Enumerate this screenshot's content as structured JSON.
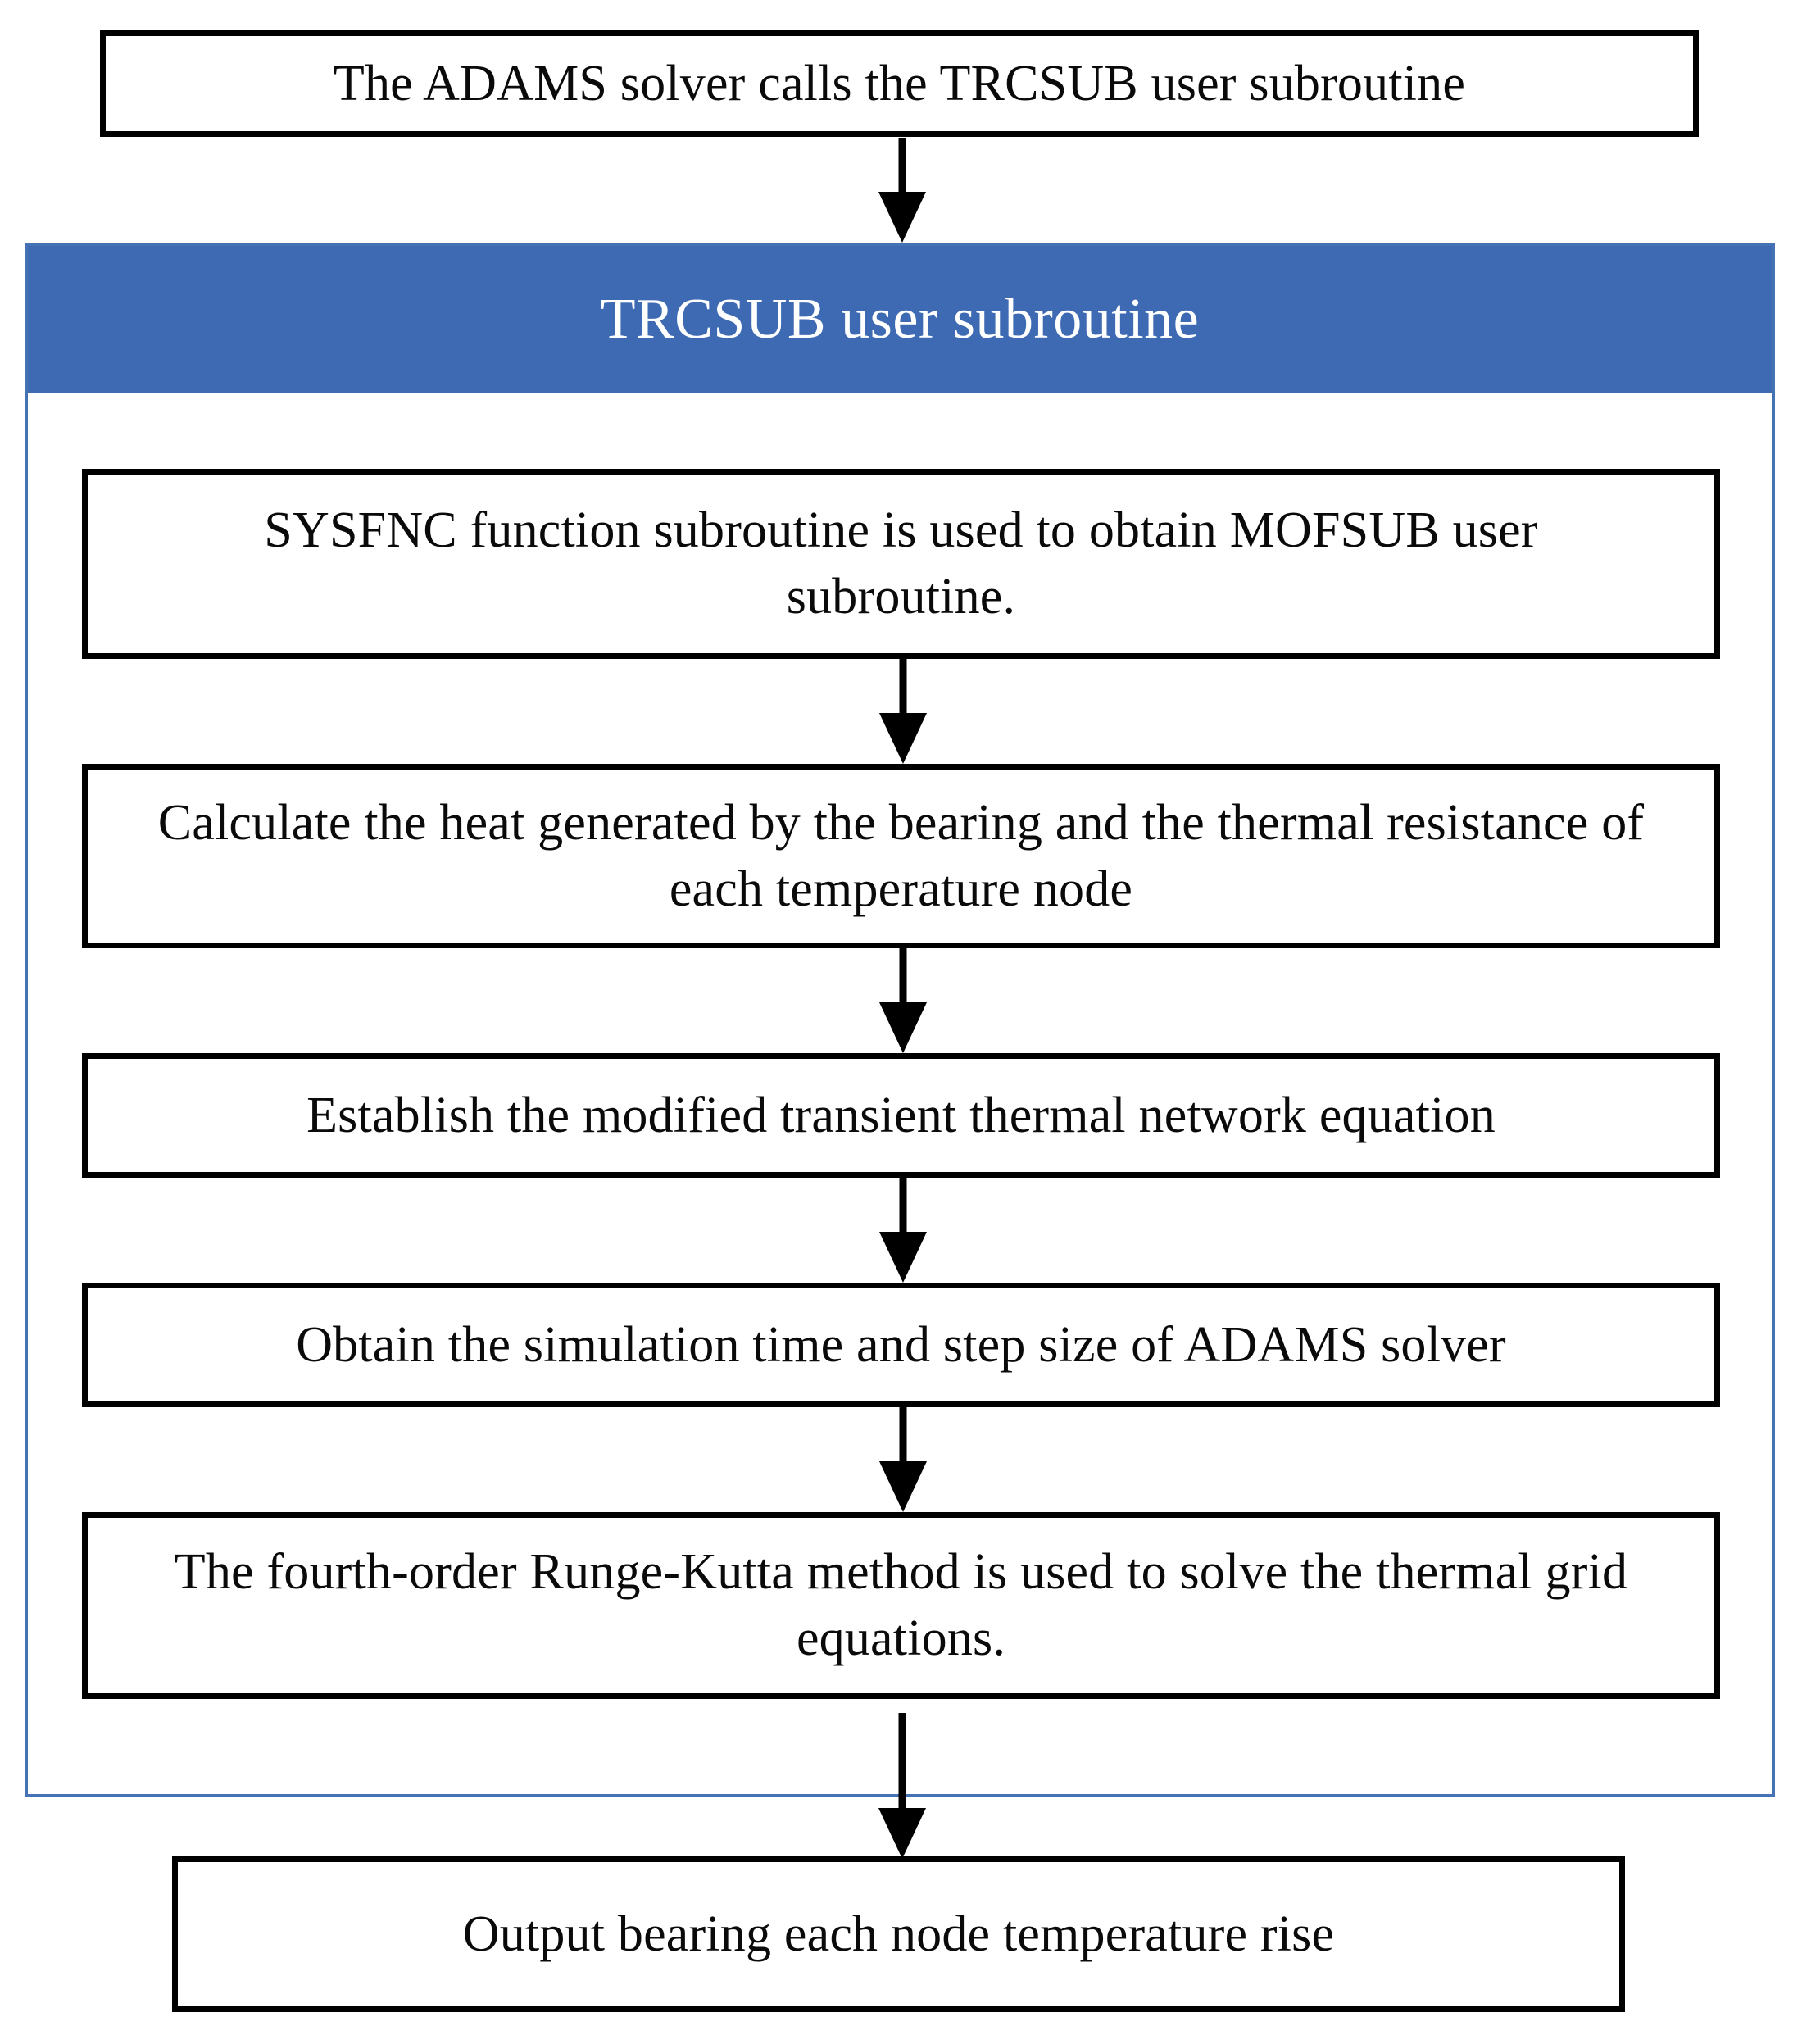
{
  "diagram": {
    "type": "flowchart",
    "orientation": "top-to-bottom",
    "colors": {
      "header_fill": "#3D6AB2",
      "header_text": "#FFFFFF",
      "container_border": "#4472B5",
      "box_border": "#000000",
      "box_fill": "#FFFFFF",
      "box_text": "#0A0A0A"
    },
    "start_node": {
      "id": "start",
      "label": "The ADAMS solver calls the TRCSUB user subroutine"
    },
    "group": {
      "id": "trcsub-group",
      "header_label": "TRCSUB user subroutine",
      "steps": [
        {
          "id": "step-1",
          "label": "SYSFNC function subroutine is used to obtain MOFSUB user subroutine."
        },
        {
          "id": "step-2",
          "label": "Calculate the heat generated by the bearing and the thermal resistance of each temperature node"
        },
        {
          "id": "step-3",
          "label": "Establish the modified transient thermal network equation"
        },
        {
          "id": "step-4",
          "label": "Obtain the simulation time and step size of ADAMS solver"
        },
        {
          "id": "step-5",
          "label": "The fourth-order Runge-Kutta method is used to solve the thermal grid equations."
        }
      ]
    },
    "end_node": {
      "id": "end",
      "label": "Output bearing each node temperature rise"
    },
    "connectors": [
      {
        "id": "arrow-start-to-group",
        "from": "start",
        "to": "trcsub-group"
      },
      {
        "id": "arrow-step1-to-step2",
        "from": "step-1",
        "to": "step-2"
      },
      {
        "id": "arrow-step2-to-step3",
        "from": "step-2",
        "to": "step-3"
      },
      {
        "id": "arrow-step3-to-step4",
        "from": "step-3",
        "to": "step-4"
      },
      {
        "id": "arrow-step4-to-step5",
        "from": "step-4",
        "to": "step-5"
      },
      {
        "id": "arrow-step5-to-end",
        "from": "step-5",
        "to": "end"
      }
    ]
  }
}
